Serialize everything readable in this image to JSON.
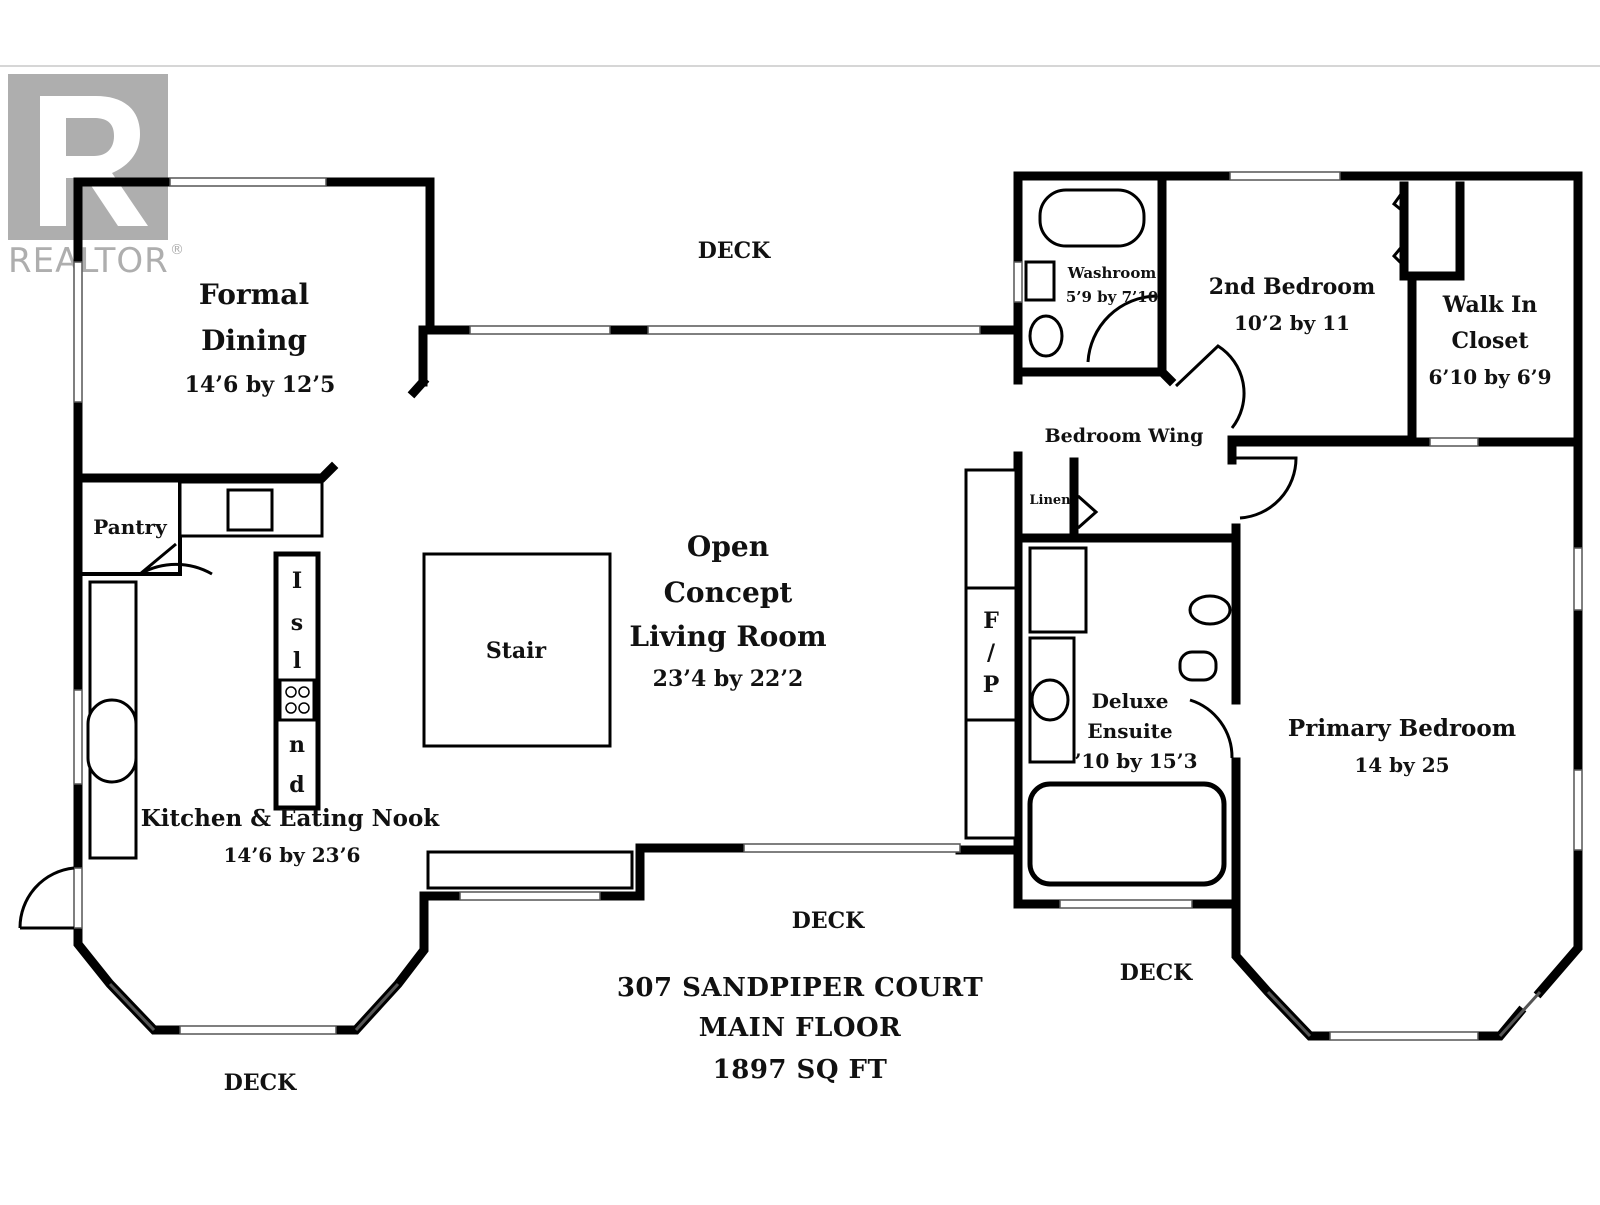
{
  "logo": {
    "wordmark": "REALTOR",
    "mark": "®",
    "color": "#aeaeae"
  },
  "colors": {
    "wall": "#000000",
    "background": "#ffffff",
    "logo_gray": "#aeaeae"
  },
  "rooms": {
    "formal_dining": {
      "name_line1": "Formal",
      "name_line2": "Dining",
      "dims": "14’6 by 12’5"
    },
    "washroom": {
      "name": "Washroom",
      "dims": "5’9 by 7’10"
    },
    "second_bedroom": {
      "name": "2nd Bedroom",
      "dims": "10’2 by 11"
    },
    "walk_in_closet": {
      "name_line1": "Walk In",
      "name_line2": "Closet",
      "dims": "6’10 by 6’9"
    },
    "bedroom_wing": {
      "name": "Bedroom Wing"
    },
    "linen": {
      "name": "Linen"
    },
    "pantry": {
      "name": "Pantry"
    },
    "island": {
      "letters": [
        "I",
        "s",
        "l",
        "n",
        "d"
      ]
    },
    "stair": {
      "name": "Stair"
    },
    "living_room": {
      "name_line1": "Open",
      "name_line2": "Concept",
      "name_line3": "Living Room",
      "dims": "23’4 by 22’2"
    },
    "fireplace": {
      "letters": [
        "F",
        "/",
        "P"
      ]
    },
    "ensuite": {
      "name_line1": "Deluxe",
      "name_line2": "Ensuite",
      "dims": "’10 by 15’3"
    },
    "primary_bedroom": {
      "name": "Primary Bedroom",
      "dims": "14 by 25"
    },
    "kitchen": {
      "name": "Kitchen & Eating Nook",
      "dims": "14’6 by 23’6"
    }
  },
  "decks": {
    "top": "DECK",
    "bottom_center": "DECK",
    "bottom_right": "DECK",
    "bottom_left": "DECK"
  },
  "title": {
    "address": "307 SANDPIPER COURT",
    "floor": "MAIN FLOOR",
    "area": "1897 SQ FT"
  }
}
